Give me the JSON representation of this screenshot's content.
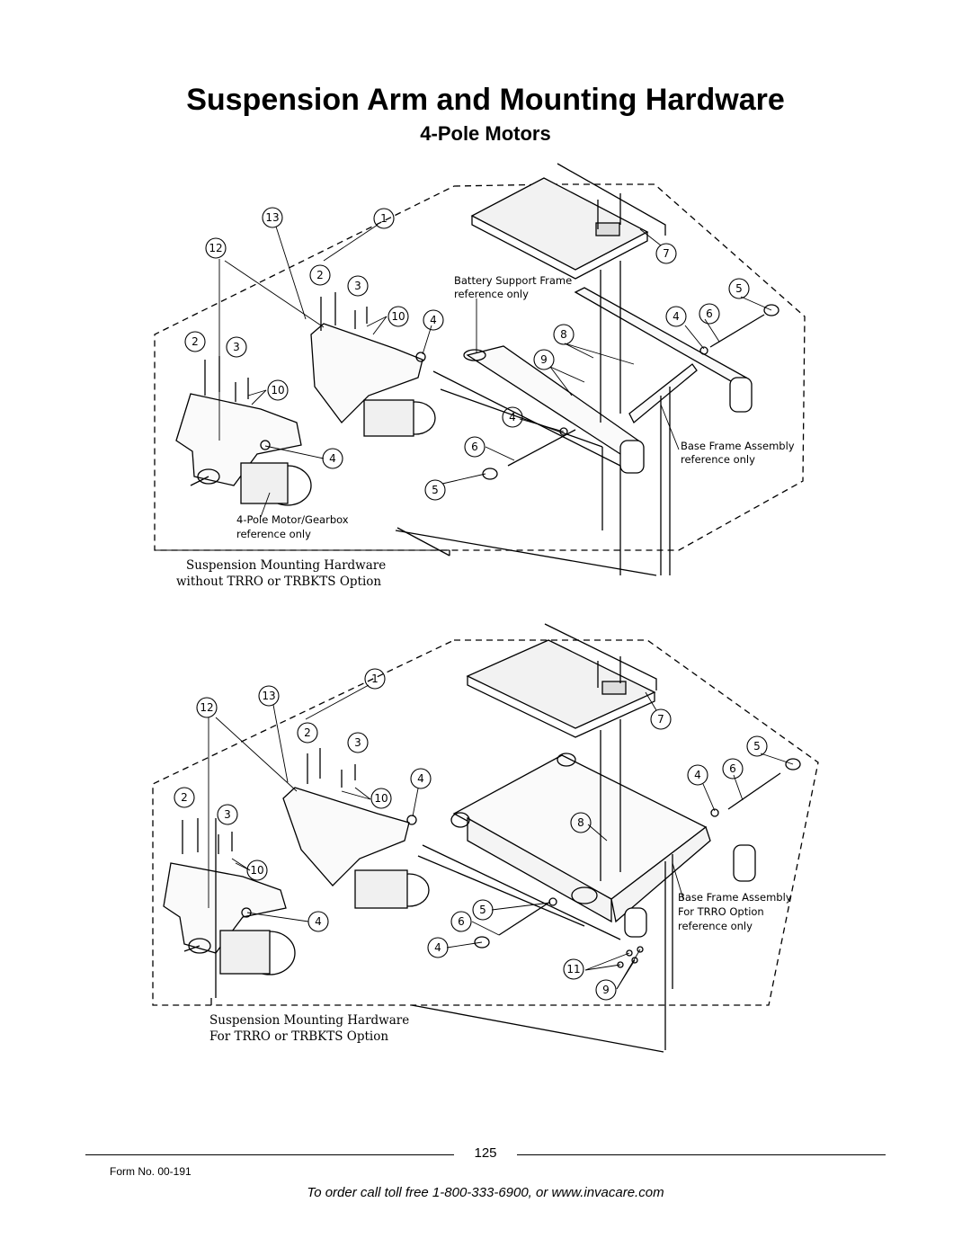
{
  "header": {
    "title": "Suspension Arm and Mounting Hardware",
    "subtitle": "4-Pole Motors"
  },
  "diagram_top": {
    "caption_line1": "Suspension Mounting Hardware",
    "caption_line2": "without TRRO or TRBKTS  Option",
    "ref_battery_1": "Battery Support Frame",
    "ref_battery_2": "reference only",
    "ref_base_1": "Base Frame Assembly",
    "ref_base_2": "reference only",
    "ref_motor_1": "4-Pole Motor/Gearbox",
    "ref_motor_2": "reference only",
    "callouts": [
      "13",
      "1",
      "12",
      "2",
      "3",
      "10",
      "4",
      "2",
      "3",
      "10",
      "4",
      "7",
      "5",
      "4",
      "6",
      "8",
      "9",
      "4",
      "6",
      "5"
    ]
  },
  "diagram_bottom": {
    "caption_line1": "Suspension Mounting Hardware",
    "caption_line2": "For  TRRO or TRBKTS Option",
    "ref_base_1": "Base Frame Assembly",
    "ref_base_2": "For TRRO Option",
    "ref_base_3": "reference only",
    "callouts": [
      "1",
      "12",
      "13",
      "2",
      "3",
      "4",
      "10",
      "2",
      "3",
      "10",
      "4",
      "7",
      "5",
      "4",
      "6",
      "8",
      "5",
      "6",
      "4",
      "11",
      "9"
    ]
  },
  "footer": {
    "page_number": "125",
    "form_no": "Form No.  00-191",
    "order_line": "To order call toll free 1-800-333-6900, or www.invacare.com"
  }
}
